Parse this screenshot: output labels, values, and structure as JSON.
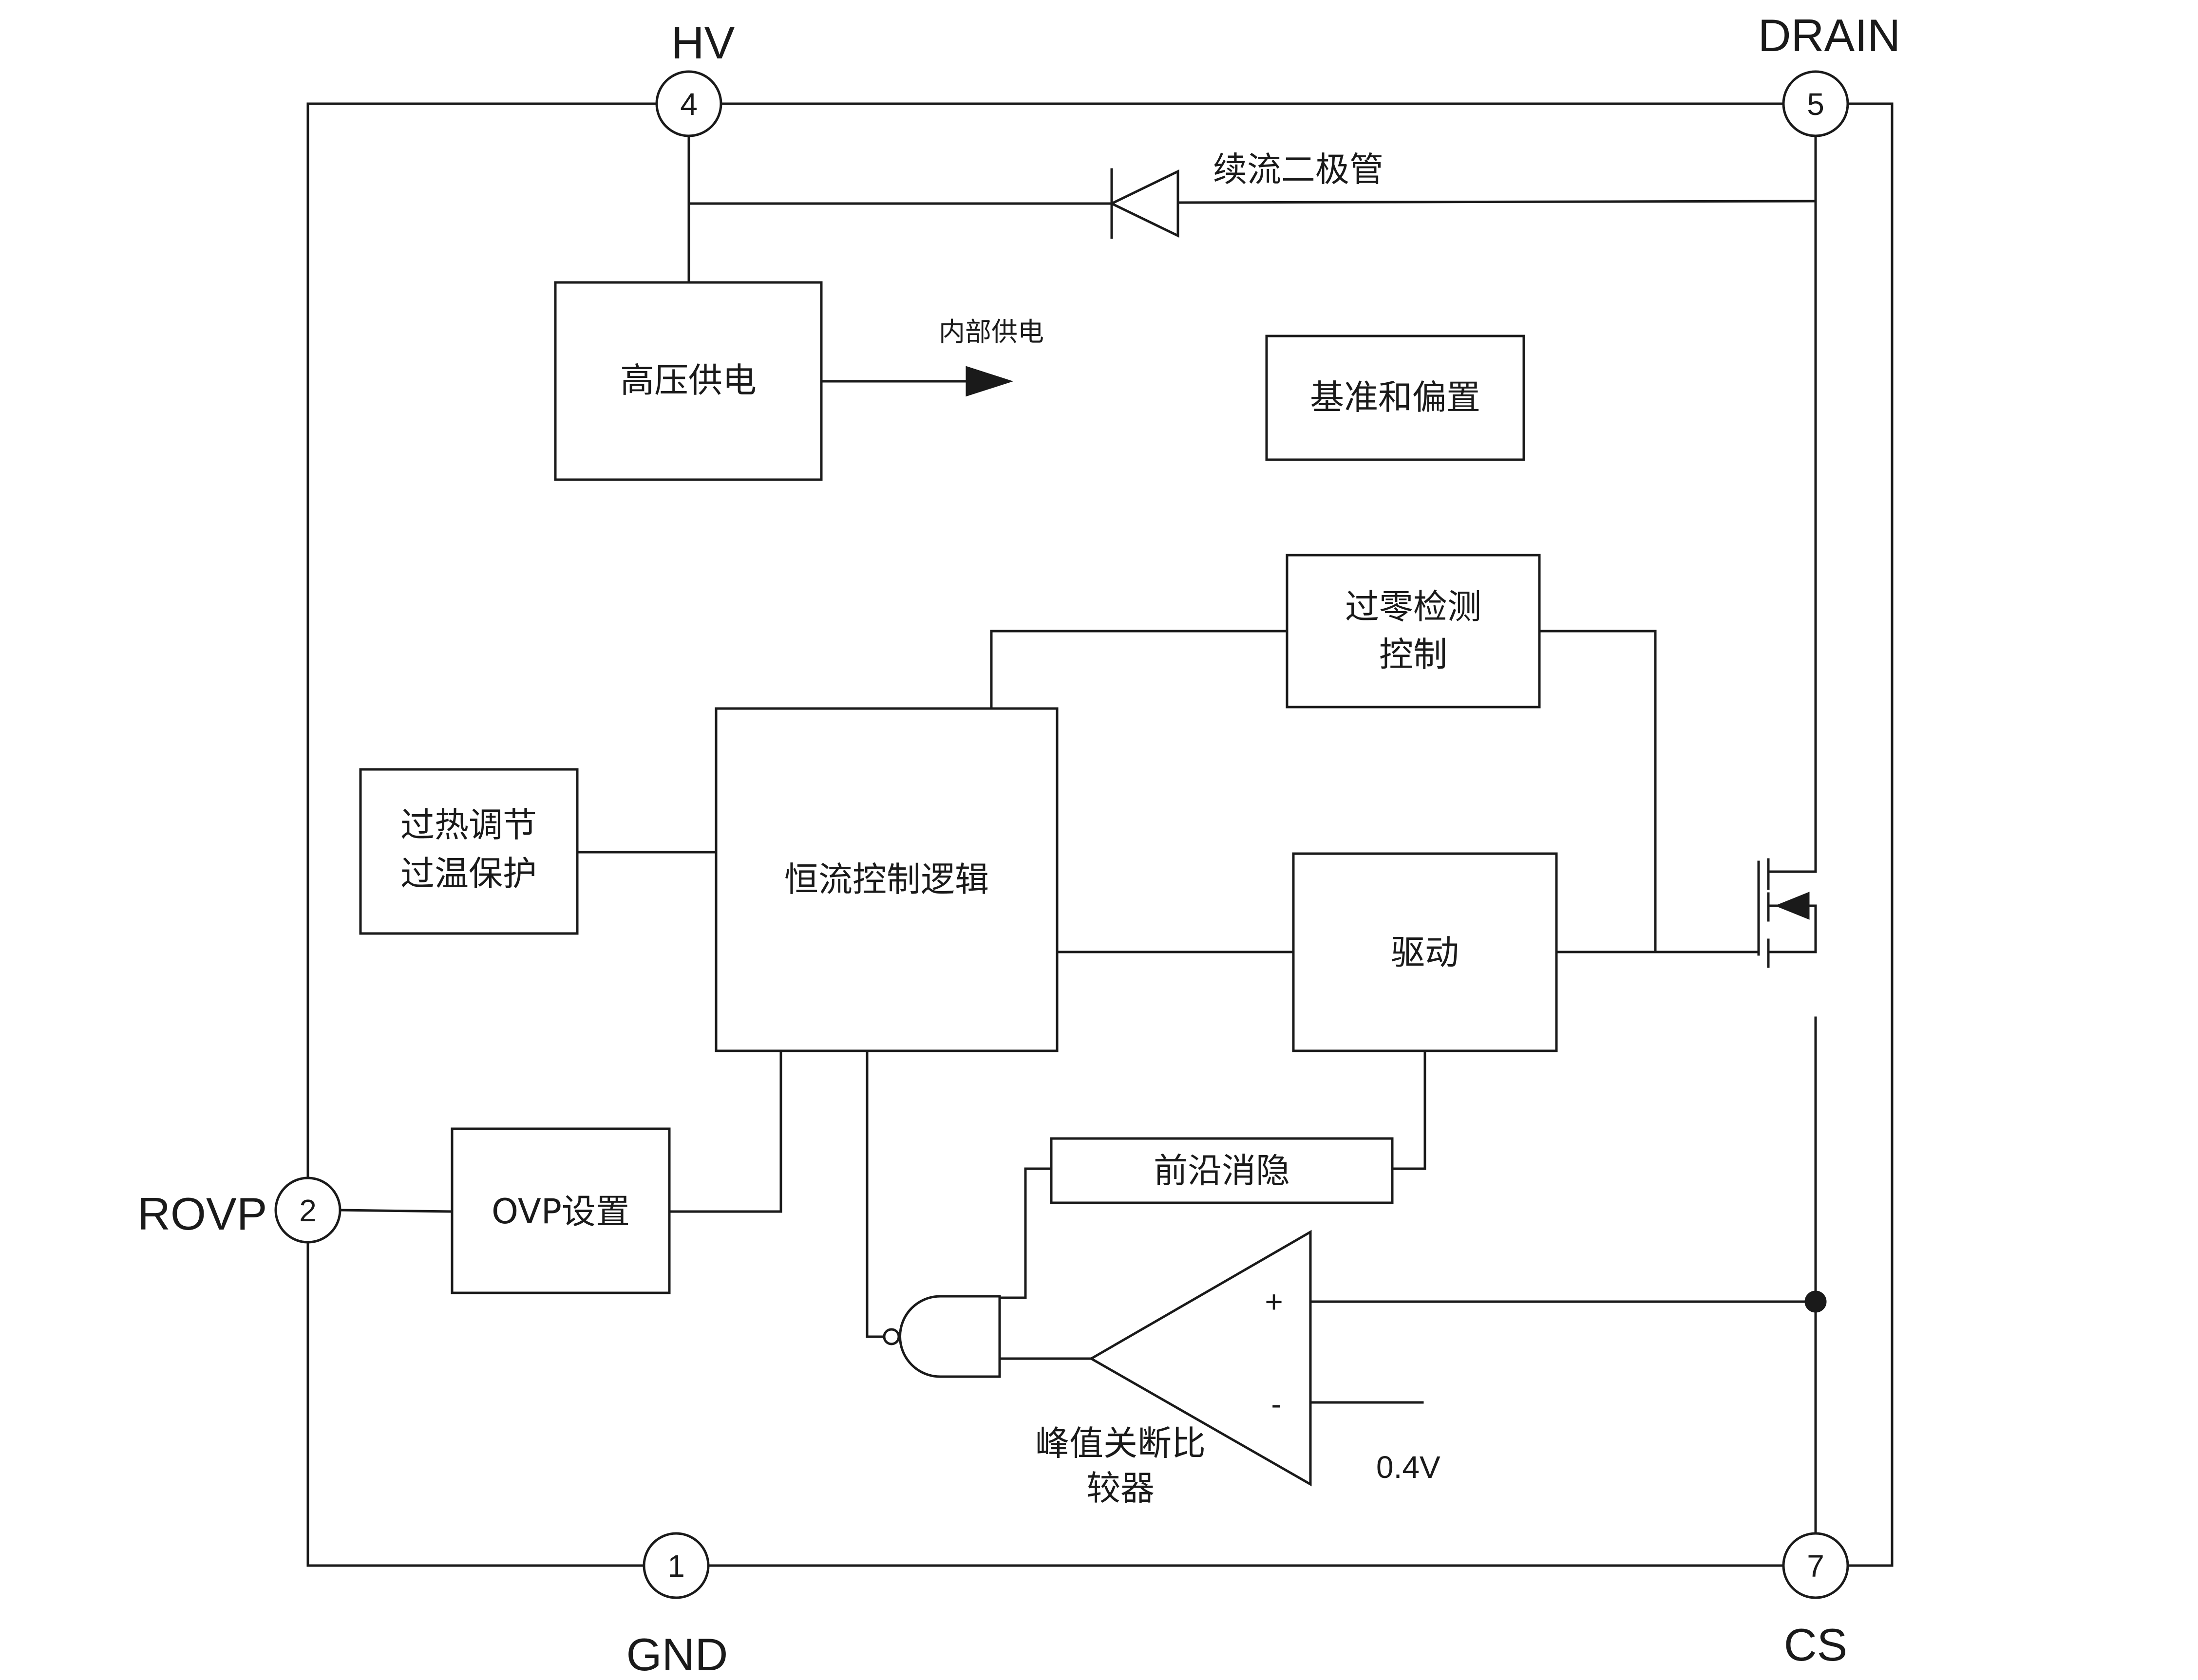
{
  "pins": {
    "hv": {
      "label": "HV",
      "number": "4"
    },
    "drain": {
      "label": "DRAIN",
      "number": "5"
    },
    "rovp": {
      "label": "ROVP",
      "number": "2"
    },
    "gnd": {
      "label": "GND",
      "number": "1"
    },
    "cs": {
      "label": "CS",
      "number": "7"
    }
  },
  "labels": {
    "freewheel_diode": "续流二极管",
    "internal_supply": "内部供电",
    "peak_comparator_line1": "峰值关断比",
    "peak_comparator_line2": "较器",
    "ref_voltage": "0.4V",
    "comp_plus": "+",
    "comp_minus": "-"
  },
  "blocks": {
    "hv_supply": "高压供电",
    "reference_bias": "基准和偏置",
    "zero_cross_line1": "过零检测",
    "zero_cross_line2": "控制",
    "thermal_line1": "过热调节",
    "thermal_line2": "过温保护",
    "cc_logic": "恒流控制逻辑",
    "driver": "驱动",
    "leading_edge_blanking": "前沿消隐",
    "ovp_setting": "OVP设置"
  }
}
